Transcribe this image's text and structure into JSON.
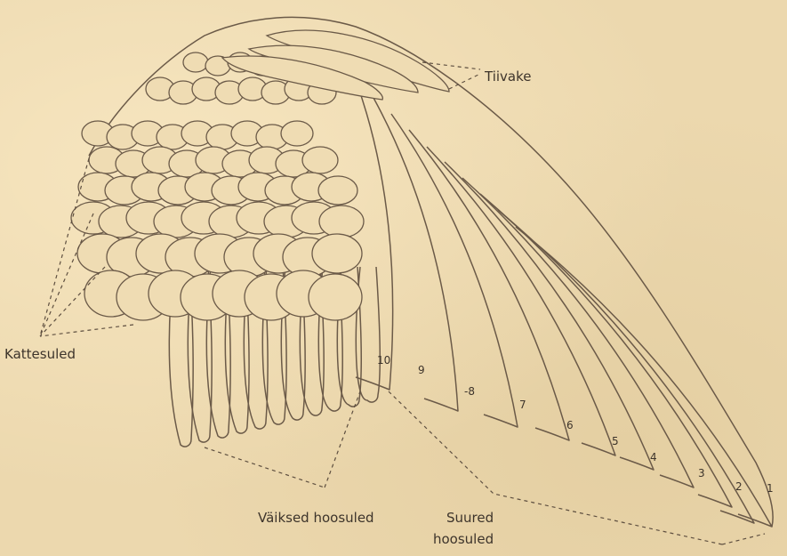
{
  "labels": {
    "tiivake": "Tiivake",
    "kattesuled": "Kattesuled",
    "vaiksed_hoosuled": "Väiksed hoosuled",
    "suured_hoosuled_1": "Suured",
    "suured_hoosuled_2": "hoosuled"
  },
  "primary_numbers": [
    "10",
    "9",
    "-8",
    "7",
    "6",
    "5",
    "4",
    "3",
    "2",
    "1"
  ],
  "colors": {
    "paper": "#ecd8ae",
    "ink": "#6b5a48"
  }
}
